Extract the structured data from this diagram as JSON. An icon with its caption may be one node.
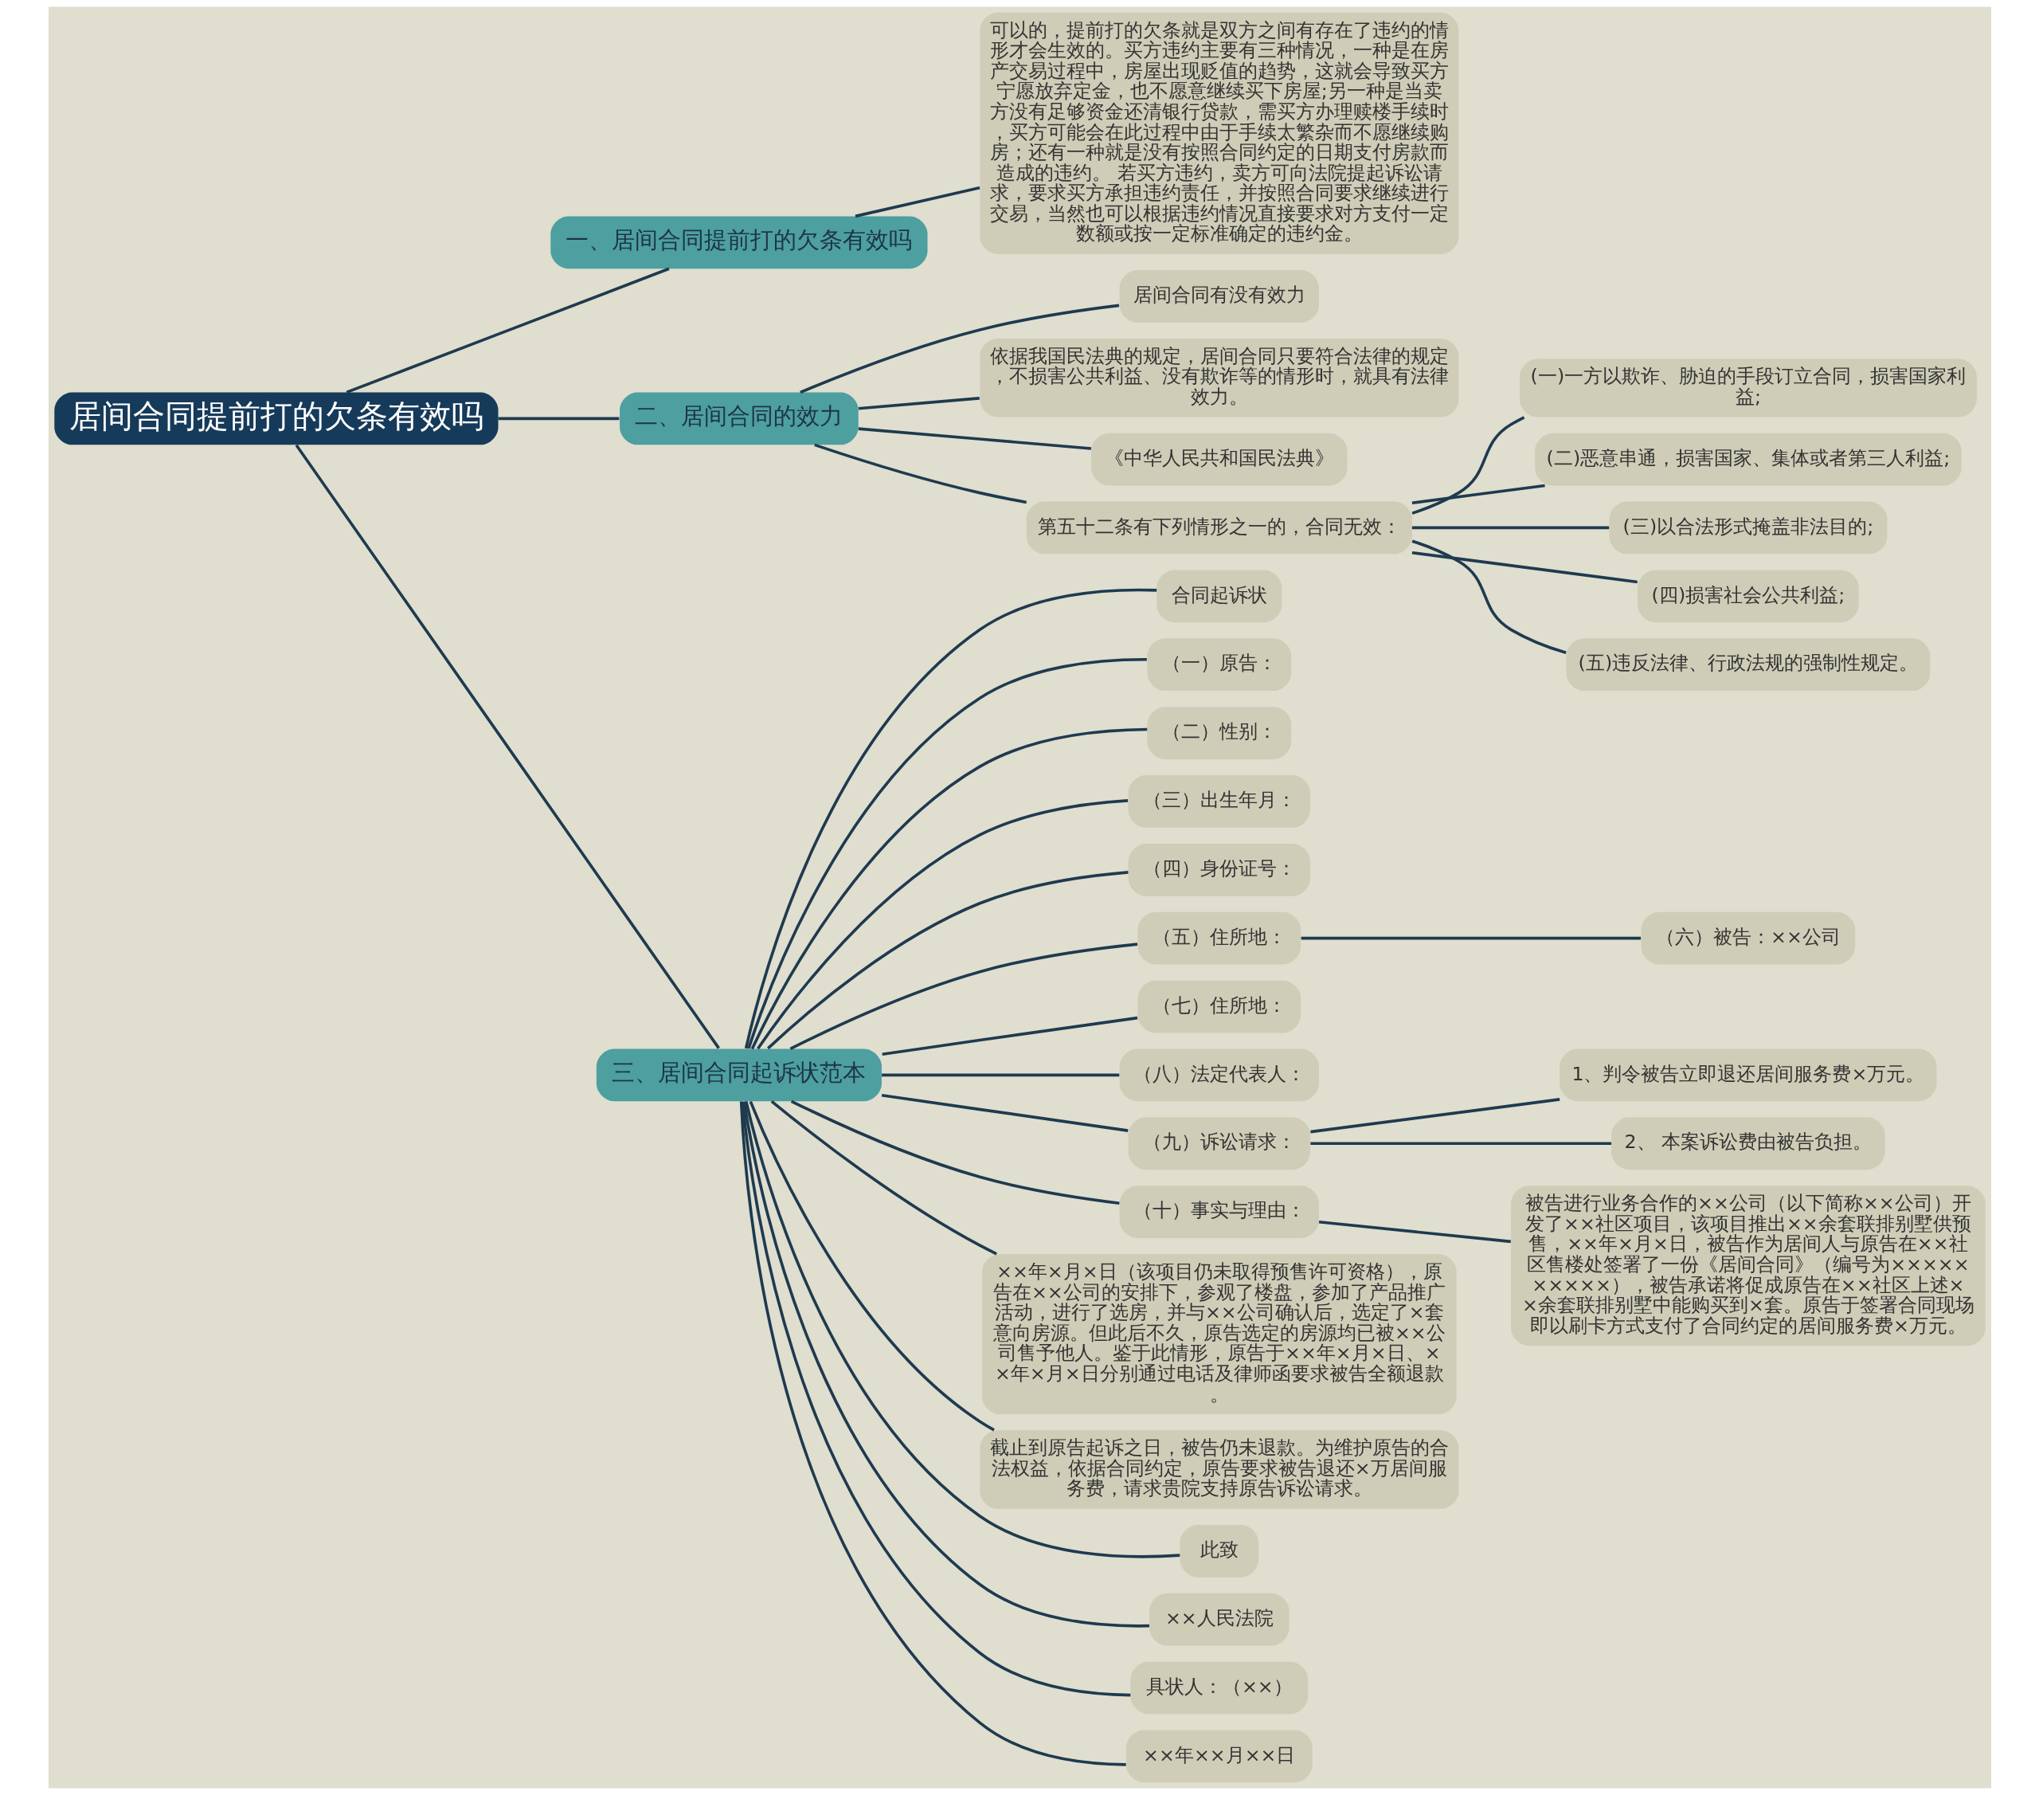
{
  "diagram": {
    "nodes": [
      {
        "text": [
          "居间合同提前打的欠条有效吗"
        ]
      },
      {
        "text": [
          "一、居间合同提前打的欠条有效吗"
        ]
      },
      {
        "text": [
          "可以的，提前打的欠条就是双方之间有存在了违约的情形才会生效的。买方违约主要有三种情况，一种是在房产交易过程中，房屋出现贬值的趋势，这就会导致买方宁愿放弃定金，也不愿意继续买下房屋;另一种是当卖方没有足够资金还清银行贷款，需买方办理赎楼手续时，买方可能会在此过程中由于手续太繁杂而不愿继续购房；还有一种就是没有按照合同约定的日期支付房款而造成的违约。 若买方违约，卖方可向法院提起诉讼请求，要求买方承担违约责任，并按照合同要求继续进行交易，当然也可以根据违约情况直接要求对方支付一定数额或按一定标准确定的违约金。"
        ]
      },
      {
        "text": [
          "二、居间合同的效力"
        ]
      },
      {
        "text": [
          "居间合同有没有效力"
        ]
      },
      {
        "text": [
          "依据我国民法典的规定，居间合同只要符合法律的规定，不损害公共利益、没有欺诈等的情形时，就具有法律效力。"
        ]
      },
      {
        "text": [
          "《中华人民共和国民法典》"
        ]
      },
      {
        "text": [
          "第五十二条有下列情形之一的，合同无效："
        ]
      },
      {
        "text": [
          "(一)一方以欺诈、胁迫的手段订立合同，损害国家利益;"
        ]
      },
      {
        "text": [
          "(二)恶意串通，损害国家、集体或者第三人利益;"
        ]
      },
      {
        "text": [
          "(三)以合法形式掩盖非法目的;"
        ]
      },
      {
        "text": [
          "(四)损害社会公共利益;"
        ]
      },
      {
        "text": [
          "(五)违反法律、行政法规的强制性规定。"
        ]
      },
      {
        "text": [
          "三、居间合同起诉状范本"
        ]
      },
      {
        "text": [
          "合同起诉状"
        ]
      },
      {
        "text": [
          "（一）原告："
        ]
      },
      {
        "text": [
          "（二）性别："
        ]
      },
      {
        "text": [
          "（三）出生年月："
        ]
      },
      {
        "text": [
          "（四）身份证号："
        ]
      },
      {
        "text": [
          "（五）住所地："
        ]
      },
      {
        "text": [
          "（六）被告：××公司"
        ]
      },
      {
        "text": [
          "（七）住所地："
        ]
      },
      {
        "text": [
          "（八）法定代表人："
        ]
      },
      {
        "text": [
          "（九）诉讼请求："
        ]
      },
      {
        "text": [
          "1、判令被告立即退还居间服务费×万元。"
        ]
      },
      {
        "text": [
          "2、 本案诉讼费由被告负担。"
        ]
      },
      {
        "text": [
          "（十）事实与理由："
        ]
      },
      {
        "text": [
          "被告进行业务合作的××公司（以下简称××公司）开发了××社区项目，该项目推出××余套联排别墅供预售，××年×月×日，被告作为居间人与原告在××社区售楼处签署了一份《居间合同》（编号为××××××××××），被告承诺将促成原告在××社区上述××余套联排别墅中能购买到×套。原告于签署合同现场即以刷卡方式支付了合同约定的居间服务费×万元。"
        ]
      },
      {
        "text": [
          "××年×月×日（该项目仍未取得预售许可资格），原告在××公司的安排下，参观了楼盘，参加了产品推广活动，进行了选房，并与××公司确认后，选定了×套意向房源。但此后不久，原告选定的房源均已被××公司售予他人。鉴于此情形，原告于××年×月×日、××年×月×日分别通过电话及律师函要求被告全额退款。"
        ]
      },
      {
        "text": [
          "截止到原告起诉之日，被告仍未退款。为维护原告的合法权益，依据合同约定，原告要求被告退还×万居间服务费，请求贵院支持原告诉讼请求。"
        ]
      },
      {
        "text": [
          "此致"
        ]
      },
      {
        "text": [
          "××人民法院"
        ]
      },
      {
        "text": [
          "具状人：（××）"
        ]
      },
      {
        "text": [
          "××年××月××日"
        ]
      }
    ],
    "edges": [
      {
        "from": 0,
        "to": 1,
        "arrow": "none"
      },
      {
        "from": 1,
        "to": 2,
        "arrow": "none"
      },
      {
        "from": 0,
        "to": 3,
        "arrow": "none"
      },
      {
        "from": 3,
        "to": 4,
        "arrow": "none"
      },
      {
        "from": 3,
        "to": 5,
        "arrow": "none"
      },
      {
        "from": 3,
        "to": 6,
        "arrow": "none"
      },
      {
        "from": 3,
        "to": 7,
        "arrow": "none"
      },
      {
        "from": 7,
        "to": 8,
        "arrow": "none"
      },
      {
        "from": 7,
        "to": 9,
        "arrow": "none"
      },
      {
        "from": 7,
        "to": 10,
        "arrow": "none"
      },
      {
        "from": 7,
        "to": 11,
        "arrow": "none"
      },
      {
        "from": 7,
        "to": 12,
        "arrow": "none"
      },
      {
        "from": 0,
        "to": 13,
        "arrow": "none"
      },
      {
        "from": 13,
        "to": 14,
        "arrow": "none"
      },
      {
        "from": 13,
        "to": 15,
        "arrow": "none"
      },
      {
        "from": 13,
        "to": 16,
        "arrow": "none"
      },
      {
        "from": 13,
        "to": 17,
        "arrow": "none"
      },
      {
        "from": 13,
        "to": 18,
        "arrow": "none"
      },
      {
        "from": 13,
        "to": 19,
        "arrow": "none"
      },
      {
        "from": 19,
        "to": 20,
        "arrow": "none"
      },
      {
        "from": 13,
        "to": 21,
        "arrow": "none"
      },
      {
        "from": 13,
        "to": 22,
        "arrow": "none"
      },
      {
        "from": 13,
        "to": 23,
        "arrow": "none"
      },
      {
        "from": 23,
        "to": 24,
        "arrow": "none"
      },
      {
        "from": 23,
        "to": 25,
        "arrow": "none"
      },
      {
        "from": 13,
        "to": 26,
        "arrow": "none"
      },
      {
        "from": 26,
        "to": 27,
        "arrow": "none"
      },
      {
        "from": 13,
        "to": 28,
        "arrow": "none"
      },
      {
        "from": 13,
        "to": 29,
        "arrow": "none"
      },
      {
        "from": 13,
        "to": 30,
        "arrow": "none"
      },
      {
        "from": 13,
        "to": 31,
        "arrow": "none"
      },
      {
        "from": 13,
        "to": 32,
        "arrow": "none"
      },
      {
        "from": 13,
        "to": 33,
        "arrow": "none"
      }
    ]
  }
}
